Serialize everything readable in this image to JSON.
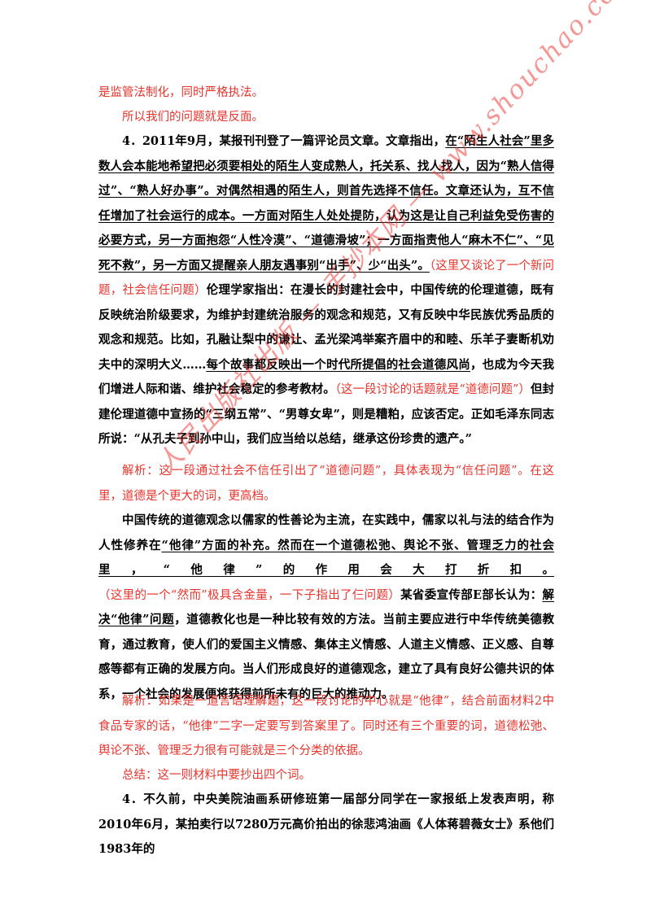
{
  "lines": {
    "l0": "是监管法制化，同时严格执法。",
    "l1": "所以我们的问题就是反面。"
  },
  "p4": {
    "intro": "4．2011年9月，某报刊刊登了一篇评论员文章。文章指出，",
    "u1": "在“陌生人社会”里多数人会本能地希望把必须要相处的陌生人变成熟人，托关系、找人找人，因为“熟人信得过”、“熟人好办事”。对偶然相遇的陌生人，则首先选择不信任。文章还认为，互不信任增加了社会运行的成本。一方面对陌生人处处提防，认为这是让自己利益免受伤害的必要方式，另一方面抱怨“人性冷漠”、“道德滑坡”；一方面指责他人“麻木不仁”、“见死不救”，另一方面又提醒亲人朋友遇事别“出手”、少“出头”。",
    "note1": "（这里又谈论了一个新问题，社会信任问题）",
    "mid": "伦理学家指出：在漫长的封建社会中，中国传统的伦理道德，既有反映统治阶级要求，为维护封建统治服务的观念和规范，又有反映中华民族优秀品质的观念和规范。比如，孔融让梨中的谦让、孟光梁鸿举案齐眉中的和睦、乐羊子妻断机劝夫中的深明大义……",
    "u2": "每个故事都反映出一个时代所提倡的社会道德风尚",
    "mid2": "，也成为今天我们增进人际和谐、维护社会稳定的参考教材。",
    "note2": "（这一段讨论的话题就是“道德问题”）",
    "end": "但封建伦理道德中宣扬的“三纲五常”、“男尊女卑”，则是糟粕，应该否定。正如毛泽东同志所说：“从孔夫子到孙中山，我们应当给以总结，继承这份珍贵的遗产。”"
  },
  "analysis1": "解析：这一段通过社会不信任引出了“道德问题”，具体表现为“信任问题”。在这里，道德是个更大的词，更高档。",
  "p5": {
    "a": "中国传统的道德观念以儒家的性善论为主流，在实践中，儒家以礼与法的结合作为人性修养在",
    "u1": "“他律”方面的补充。然而在一个道德松弛、舆论不张、管理乏力的社会里，“他律”的作用会大打折扣。",
    "note": "（这里的一个“然而”极具含金量，一下子指出了仨问题）",
    "b": "某省委宣传部E部长认为：",
    "u2": "解决“他律”问题",
    "c": "，道德教化也是一种比较有效的方法。当前主要应进行中华传统美德教育，通过教育，使人们的爱国主义情感、集体主义情感、人道主义情感、正义感、自尊感等都有正确的发展方向。当人们形成良好的道德观念，建立了具有良好公德共识的体系，一个社会的发展便将获得前所未有的巨大的推动力。"
  },
  "analysis2": "解析：如果是一道言语理解题，这一段讨论的中心就是“他律”，结合前面材料2中食品专家的话，“他律”二字一定要写到答案里了。同时还有三个重要的词，道德松弛、舆论不张、管理乏力很有可能就是三个分类的依据。",
  "summary": "总结：这一则材料中要抄出四个词。",
  "p6": "4．不久前，中央美院油画系研修班第一届部分同学在一家报纸上发表声明，称2010年6月，某拍卖行以7280万元高价拍出的徐悲鸿油画《人体蒋碧薇女士》系他们1983年的",
  "watermark": "人民出版社出版 — 手抄本网 — www.shouchao.com.cn"
}
